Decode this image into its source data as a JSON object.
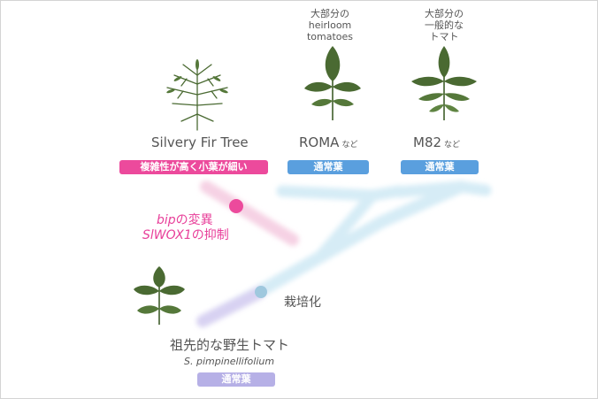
{
  "colors": {
    "pink": "#ec4a9c",
    "blue": "#5a9fde",
    "lavender": "#b6b0e6",
    "leaf": "#4a6a32",
    "branch": "#cfe3f2"
  },
  "plants": {
    "silvery": {
      "name": "Silvery Fir Tree",
      "badge": "複雑性が高く小葉が細い"
    },
    "roma": {
      "note": "大部分の\nheirloom\ntomatoes",
      "name": "ROMA",
      "suffix": "など",
      "badge": "通常葉"
    },
    "m82": {
      "note": "大部分の\n一般的な\nトマト",
      "name": "M82",
      "suffix": "など",
      "badge": "通常葉"
    },
    "ancestor": {
      "name": "祖先的な野生トマト",
      "species": "S. pimpinellifolium",
      "badge": "通常葉"
    }
  },
  "mutation": {
    "line1_italic": "bip",
    "line1_rest": "の変異",
    "line2_italic": "SlWOX1",
    "line2_rest": "の抑制"
  },
  "domestication": "栽培化",
  "icons": [
    "fern-leaf-icon",
    "compound-leaf-icon",
    "compound-leaf-icon",
    "compound-leaf-icon"
  ]
}
